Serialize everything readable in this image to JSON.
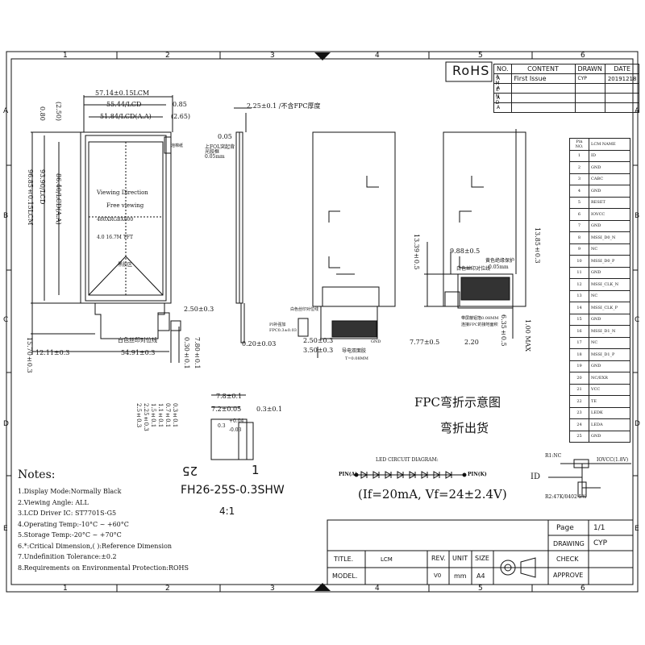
{
  "border": {
    "col_labels": [
      "1",
      "2",
      "3",
      "4",
      "5",
      "6"
    ],
    "row_labels": [
      "A",
      "B",
      "C",
      "D",
      "E"
    ]
  },
  "brand": "RoHS",
  "revision": {
    "headers": [
      "NO.",
      "CONTENT",
      "DRAWN",
      "DATE"
    ],
    "rev_letters": [
      "A",
      "M",
      "E",
      "N",
      "D"
    ],
    "rows": [
      {
        "no": "A",
        "content": "First Issue",
        "drawn": "CYP",
        "date": "20191218"
      },
      {
        "no": "A",
        "content": "",
        "drawn": "",
        "date": ""
      },
      {
        "no": "A",
        "content": "",
        "drawn": "",
        "date": ""
      },
      {
        "no": "A",
        "content": "",
        "drawn": "",
        "date": ""
      }
    ]
  },
  "pin_table": {
    "headers": [
      "Pin NO.",
      "LCM NAME"
    ],
    "rows": [
      [
        "1",
        "ID"
      ],
      [
        "2",
        "GND"
      ],
      [
        "3",
        "CABC"
      ],
      [
        "4",
        "GND"
      ],
      [
        "5",
        "RESET"
      ],
      [
        "6",
        "IOVCC"
      ],
      [
        "7",
        "GND"
      ],
      [
        "8",
        "MSSI_D0_N"
      ],
      [
        "9",
        "NC"
      ],
      [
        "10",
        "MSSI_D0_P"
      ],
      [
        "11",
        "GND"
      ],
      [
        "12",
        "MSSI_CLK_N"
      ],
      [
        "13",
        "NC"
      ],
      [
        "14",
        "MSSI_CLK_P"
      ],
      [
        "15",
        "GND"
      ],
      [
        "16",
        "MSSI_D1_N"
      ],
      [
        "17",
        "NC"
      ],
      [
        "18",
        "MSSI_D1_P"
      ],
      [
        "19",
        "GND"
      ],
      [
        "20",
        "NC/EXR"
      ],
      [
        "21",
        "VCC"
      ],
      [
        "22",
        "TE"
      ],
      [
        "23",
        "LEDK"
      ],
      [
        "24",
        "LEDA"
      ],
      [
        "25",
        "GND"
      ]
    ]
  },
  "front_view": {
    "dim_top1": "57.14±0.15LCM",
    "dim_top2": "55.44/LCD",
    "dim_top2b": "0.85",
    "dim_top3": "51.84/LCD(A.A)",
    "dim_top3b": "(2.65)",
    "dim_left1": "96.85±0.15LCM",
    "dim_left2": "93.90/LCD",
    "dim_left3": "86.40/LCD(A.A)",
    "dim_left4": "(2.50)",
    "dim_left5": "0.80",
    "viewing_dir": "Viewing Direction",
    "free_viewing": "Free viewing",
    "resolution": "480XRGBX800",
    "tft": "4.0 16.7M TFT",
    "black_area": "黑胶区",
    "foam": "泡棉纸",
    "white_mark": "白色丝印对位线",
    "dim_b1": "2.50±0.3",
    "dim_b2": "12.11±0.3",
    "dim_b3": "54.91±0.3",
    "dim_b4": "15.70±0.3",
    "dim_b5": "0.30±0.1",
    "dim_b6": "7.80±0.1"
  },
  "side_view": {
    "dim_top": "2.25±0.1 /不含FPC厚度",
    "dim_005": "0.05",
    "note_fol": "上FOL突起背光胶框0.05mm",
    "dim_bottom": "0.20±0.03"
  },
  "rear_view": {
    "dim1": "13.39±0.5",
    "dim2": "9.88±0.5",
    "dim3": "13.85±0.3",
    "dim4": "6.35±0.5",
    "dim5": "1.00 MAX",
    "dim6": "2.50±0.3",
    "dim7": "3.50±0.3",
    "dim8": "7.77±0.5",
    "dim9": "2.20",
    "yellow_tape": "黄色绝缘保护",
    "yellow_tape_b": "0.05mm",
    "white_mark": "白色丝印对位线",
    "white_mark2": "白色丝印对位线",
    "stiffener": "PI补强加",
    "stiffener_b": "FPC0.3±0.03",
    "conductive": "导电双面胶",
    "conductive_b": "T=0.08MM",
    "gnd": "GND",
    "note_conn": "带屏蔽铝箔0.08MM",
    "note_conn_b": "连接FPC的接地面积"
  },
  "fpc_text": {
    "line1": "FPC弯折示意图",
    "line2": "弯折出货"
  },
  "connector": {
    "dim_top": "7.8±0.1",
    "dim_a": "7.2±0.05",
    "dim_b": "0.3±0.1",
    "dim_c": "+0.04",
    "dim_d": "-0.03",
    "dim_e": "0.3",
    "verticals": [
      "2.5±0.3",
      "2.25±0.3",
      "1.5±0.1",
      "1.1±0.1",
      "0.7±0.1",
      "0.3±0.1"
    ],
    "pin_first": "25",
    "pin_last": "1",
    "part": "FH26-25S-0.3SHW",
    "scale": "4:1"
  },
  "led": {
    "title": "LED CIRCUIT DIAGRAM:",
    "pin_a": "PIN(A)",
    "pin_k": "PIN(K)",
    "spec": "(If=20mA, Vf=24±2.4V)",
    "led_count": 8
  },
  "id_circuit": {
    "r1": "R1:NC",
    "iovcc": "IOVCC(1.8V)",
    "id": "ID",
    "r2": "R2:47K/0402 5%"
  },
  "notes": {
    "title": "Notes:",
    "items": [
      "1.Display Mode:Normally Black",
      "2.Viewing Angle: ALL",
      "3.LCD Driver IC: ST7701S-G5",
      "4.Operating Temp:-10°C ~ +60°C",
      "5.Storage Temp:-20°C ~ +70°C",
      "6.*:Critical Dimension,( ):Reference Dimension",
      "7.Undefinition Tolerance:±0.2",
      "8.Requirements on Environmental Protection:ROHS"
    ]
  },
  "title_block": {
    "page_label": "Page",
    "page_value": "1/1",
    "drawing_label": "DRAWING",
    "drawing_value": "CYP",
    "check_label": "CHECK",
    "approve_label": "APPROVE",
    "title_label": "TITLE.",
    "title_value": "LCM",
    "model_label": "MODEL.",
    "rev_label": "REV.",
    "rev_value": "V0",
    "unit_label": "UNIT",
    "unit_value": "mm",
    "size_label": "SIZE",
    "size_value": "A4"
  }
}
